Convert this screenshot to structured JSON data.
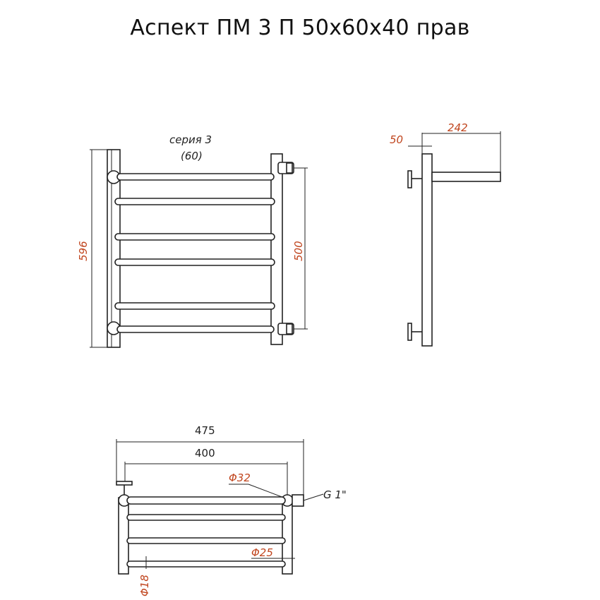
{
  "title": "Аспект ПМ 3 П 50х60х40 прав",
  "front_view": {
    "series_label": "серия 3",
    "series_sub": "(60)",
    "height_total": "596",
    "axis_distance": "500"
  },
  "side_view": {
    "offset": "50",
    "depth": "242"
  },
  "top_view": {
    "width_total": "475",
    "width_axis": "400",
    "diameter_main": "Φ32",
    "thread": "G 1\"",
    "diameter_rung": "Φ25",
    "diameter_small": "Φ18"
  },
  "colors": {
    "dimension_red": "#c0451e",
    "line": "#222222"
  }
}
